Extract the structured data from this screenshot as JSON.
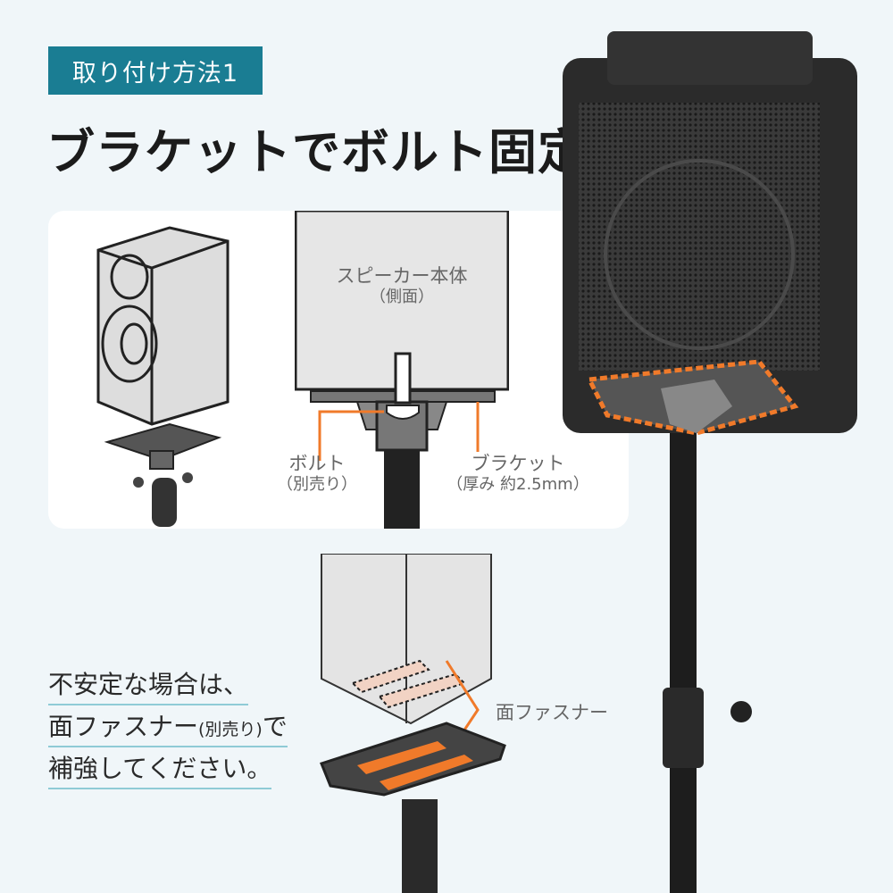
{
  "badge": "取り付け方法1",
  "title": "ブラケットでボルト固定",
  "diagram": {
    "speaker_body": "スピーカー本体",
    "speaker_side": "（側面）",
    "bolt": "ボルト",
    "bolt_note": "（別売り）",
    "bracket": "ブラケット",
    "bracket_note": "（厚み 約2.5mm）",
    "fastener": "面ファスナー"
  },
  "note": {
    "line1": "不安定な場合は、",
    "line2a": "面ファスナー",
    "line2b": "(別売り)",
    "line2c": "で",
    "line3": "補強してください。"
  },
  "colors": {
    "accent": "#1a7d93",
    "highlight": "#f07a2a",
    "underline": "#8fcbd6"
  }
}
